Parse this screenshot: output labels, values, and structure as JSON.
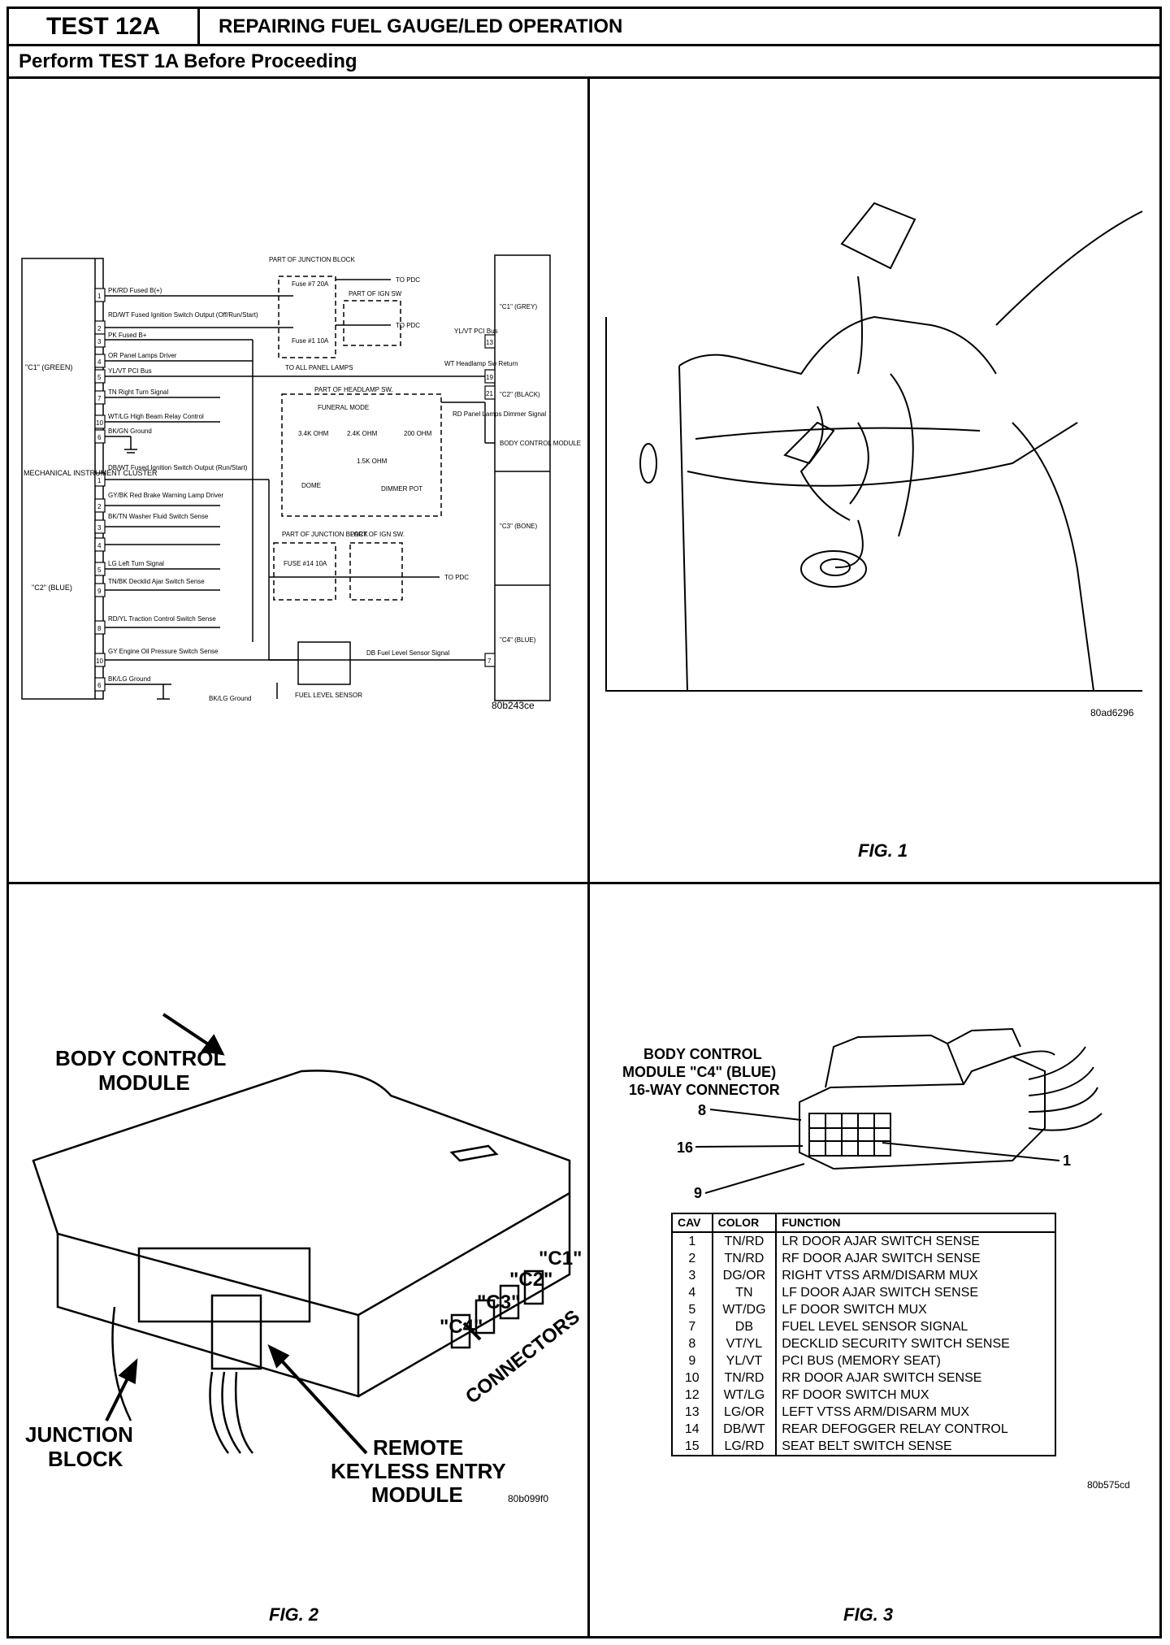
{
  "header": {
    "test_id": "TEST 12A",
    "title": "REPAIRING FUEL GAUGE/LED OPERATION",
    "subtitle": "Perform TEST 1A Before Proceeding"
  },
  "schematic": {
    "left_module": "MECHANICAL INSTRUMENT CLUSTER",
    "c1_green": "\"C1\" (GREEN)",
    "c2_blue": "\"C2\" (BLUE)",
    "junction_block": "PART OF JUNCTION BLOCK",
    "fuse7": "Fuse #7 20A",
    "fuse1": "Fuse #1 10A",
    "ign_sw": "PART OF IGN SW",
    "to_pdc": "TO PDC",
    "to_panel_lamps": "TO ALL PANEL LAMPS",
    "headlamp_sw": "PART OF HEADLAMP SW.",
    "funeral_mode": "FUNERAL MODE",
    "r1": "3.4K OHM",
    "r2": "2.4K OHM",
    "r3": "200 OHM",
    "r4": "1.5K OHM",
    "dome": "DOME",
    "dimmer": "DIMMER POT",
    "junction_block2": "PART OF JUNCTION BLOCK",
    "ign_sw2": "PART OF IGN SW.",
    "fuse14": "FUSE #14 10A",
    "fuel_sensor": "FUEL LEVEL SENSOR",
    "bklg_ground": "BK/LG Ground",
    "bcm_c1": "\"C1\" (GREY)",
    "bcm_c2": "\"C2\" (BLACK)",
    "bcm": "BODY CONTROL MODULE",
    "bcm_c3": "\"C3\" (BONE)",
    "bcm_c4": "\"C4\" (BLUE)",
    "bus_label": "YL/VT PCI Bus",
    "headlamp_return": "WT Headlamp Sw Return",
    "dimmer_signal": "RD Panel Lamps Dimmer Signal",
    "fuel_signal": "DB Fuel Level Sensor Signal",
    "code": "80b243ce",
    "pins_top": [
      {
        "num": "1",
        "label": "PK/RD Fused B(+)"
      },
      {
        "num": "2",
        "label": "RD/WT Fused Ignition Switch Output (Off/Run/Start)"
      },
      {
        "num": "3",
        "label": "PK Fused B+"
      },
      {
        "num": "4",
        "label": "OR Panel Lamps Driver"
      },
      {
        "num": "5",
        "label": "YL/VT PCI Bus"
      },
      {
        "num": "7",
        "label": "TN Right Turn Signal"
      },
      {
        "num": "10",
        "label": "WT/LG High Beam Relay Control"
      },
      {
        "num": "6",
        "label": "BK/GN Ground"
      }
    ],
    "pins_bottom": [
      {
        "num": "1",
        "label": "DB/WT Fused Ignition Switch Output (Run/Start)"
      },
      {
        "num": "2",
        "label": "GY/BK Red Brake Warning Lamp Driver"
      },
      {
        "num": "3",
        "label": "BK/TN Washer Fluid Switch Sense"
      },
      {
        "num": "4",
        "label": ""
      },
      {
        "num": "5",
        "label": "LG Left Turn Signal"
      },
      {
        "num": "9",
        "label": "TN/BK Decklid Ajar Switch Sense"
      },
      {
        "num": "8",
        "label": "RD/YL Traction Control Switch Sense"
      },
      {
        "num": "10",
        "label": "GY Engine Oil Pressure Switch Sense"
      },
      {
        "num": "6",
        "label": "BK/LG Ground"
      }
    ],
    "bcm_pins": [
      "13",
      "19",
      "21",
      "7"
    ]
  },
  "fig1": {
    "caption": "FIG. 1",
    "code": "80ad6296"
  },
  "fig2": {
    "caption": "FIG. 2",
    "code": "80b099f0",
    "bcm_label_1": "BODY CONTROL",
    "bcm_label_2": "MODULE",
    "jb_label_1": "JUNCTION",
    "jb_label_2": "BLOCK",
    "rke_1": "REMOTE",
    "rke_2": "KEYLESS ENTRY",
    "rke_3": "MODULE",
    "c1": "\"C1\"",
    "c2": "\"C2\"",
    "c3": "\"C3\"",
    "c4": "\"C4\"",
    "connectors": "CONNECTORS"
  },
  "fig3": {
    "caption": "FIG. 3",
    "code": "80b575cd",
    "title_1": "BODY CONTROL",
    "title_2": "MODULE \"C4\" (BLUE)",
    "title_3": "16-WAY CONNECTOR",
    "pin_8": "8",
    "pin_16": "16",
    "pin_9": "9",
    "pin_1": "1",
    "table_headers": [
      "CAV",
      "COLOR",
      "FUNCTION"
    ],
    "rows": [
      [
        "1",
        "TN/RD",
        "LR DOOR AJAR SWITCH SENSE"
      ],
      [
        "2",
        "TN/RD",
        "RF DOOR AJAR SWITCH SENSE"
      ],
      [
        "3",
        "DG/OR",
        "RIGHT VTSS ARM/DISARM MUX"
      ],
      [
        "4",
        "TN",
        "LF DOOR AJAR SWITCH SENSE"
      ],
      [
        "5",
        "WT/DG",
        "LF DOOR SWITCH MUX"
      ],
      [
        "7",
        "DB",
        "FUEL LEVEL SENSOR SIGNAL"
      ],
      [
        "8",
        "VT/YL",
        "DECKLID SECURITY SWITCH SENSE"
      ],
      [
        "9",
        "YL/VT",
        "PCI BUS (MEMORY SEAT)"
      ],
      [
        "10",
        "TN/RD",
        "RR DOOR AJAR SWITCH SENSE"
      ],
      [
        "12",
        "WT/LG",
        "RF DOOR SWITCH MUX"
      ],
      [
        "13",
        "LG/OR",
        "LEFT VTSS ARM/DISARM MUX"
      ],
      [
        "14",
        "DB/WT",
        "REAR DEFOGGER RELAY CONTROL"
      ],
      [
        "15",
        "LG/RD",
        "SEAT BELT SWITCH SENSE"
      ]
    ]
  }
}
